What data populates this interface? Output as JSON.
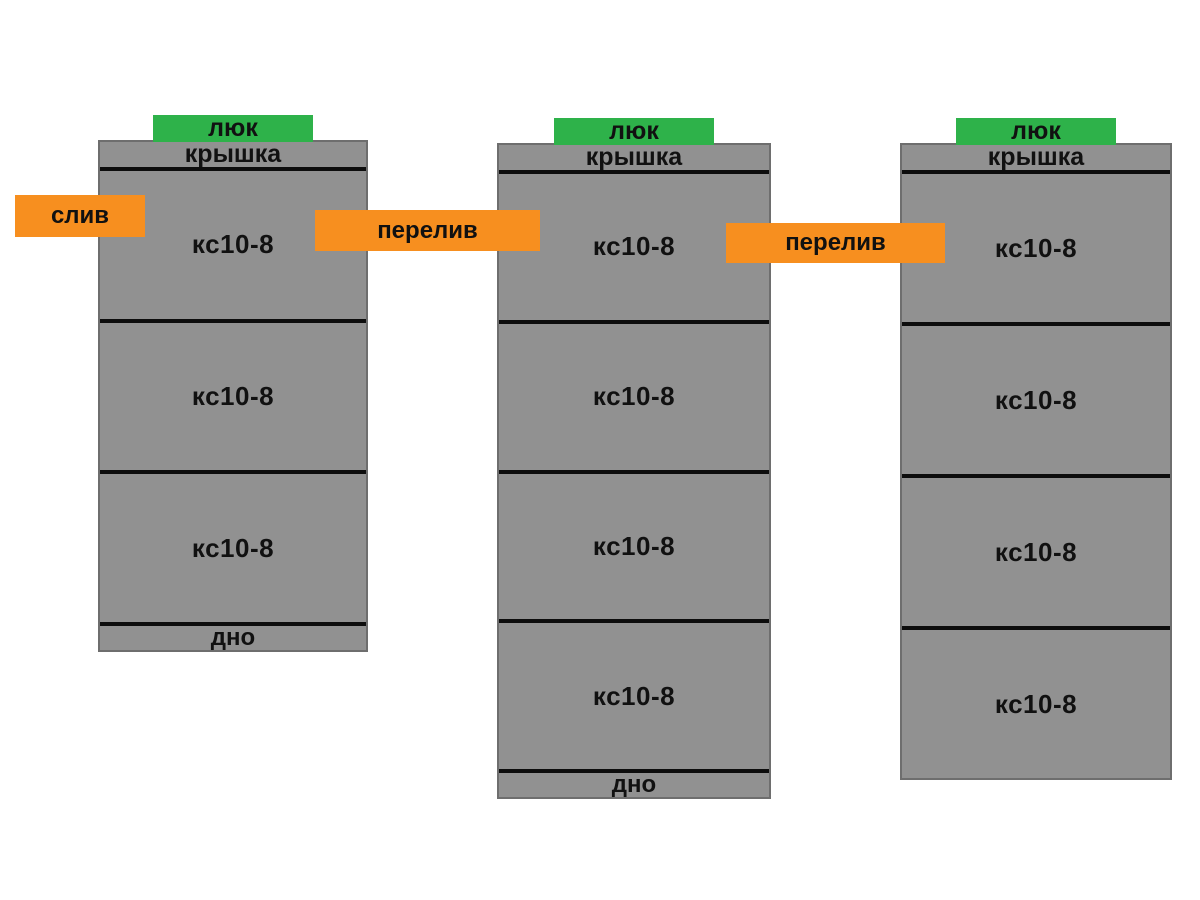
{
  "diagram": {
    "wells": [
      {
        "id": "well-1",
        "hatch": "люк",
        "lid": "крышка",
        "rings": [
          "кс10-8",
          "кс10-8",
          "кс10-8"
        ],
        "bottom": "дно"
      },
      {
        "id": "well-2",
        "hatch": "люк",
        "lid": "крышка",
        "rings": [
          "кс10-8",
          "кс10-8",
          "кс10-8",
          "кс10-8"
        ],
        "bottom": "дно"
      },
      {
        "id": "well-3",
        "hatch": "люк",
        "lid": "крышка",
        "rings": [
          "кс10-8",
          "кс10-8",
          "кс10-8",
          "кс10-8"
        ]
      }
    ],
    "pipes": [
      {
        "id": "drain",
        "label": "слив"
      },
      {
        "id": "overflow-1",
        "label": "перелив"
      },
      {
        "id": "overflow-2",
        "label": "перелив"
      }
    ],
    "colors": {
      "background": "#ffffff",
      "ring_gray": "#919191",
      "ring_border": "#6e6e6e",
      "hatch_green": "#2eb24a",
      "pipe_orange": "#f78f1f",
      "divider_black": "#0d0d0d",
      "text_black": "#111111"
    }
  }
}
